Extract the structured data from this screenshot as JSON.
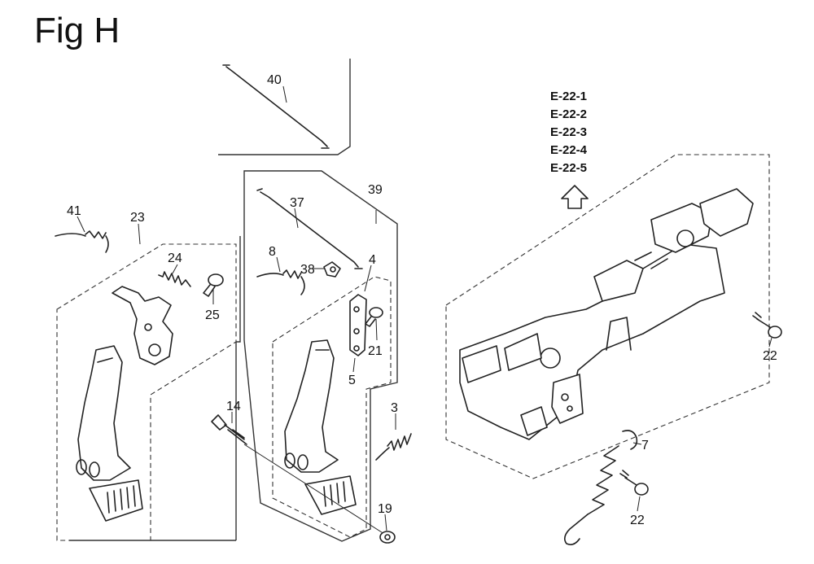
{
  "figure": {
    "title": "Fig H"
  },
  "callouts": {
    "c40": "40",
    "c39": "39",
    "c37": "37",
    "c41": "41",
    "c23": "23",
    "c24": "24",
    "c25": "25",
    "c8": "8",
    "c38": "38",
    "c4": "4",
    "c21": "21",
    "c5": "5",
    "c14": "14",
    "c3": "3",
    "c19": "19",
    "c7": "7",
    "c22a": "22",
    "c22b": "22"
  },
  "references": [
    "E-22-1",
    "E-22-2",
    "E-22-3",
    "E-22-4",
    "E-22-5"
  ],
  "icons": {
    "ref_arrow": "up-arrow-icon"
  }
}
